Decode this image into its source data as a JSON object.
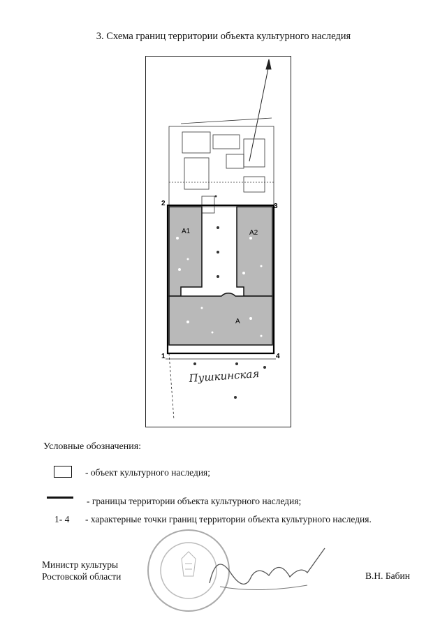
{
  "document": {
    "title": "3. Схема границ территории объекта культурного наследия"
  },
  "map": {
    "point_labels": [
      "1",
      "2",
      "3",
      "4"
    ],
    "zone_labels": [
      "А1",
      "А2",
      "А"
    ],
    "street_label": "Пушкинская",
    "fill_color": "#b9b9b9"
  },
  "legend": {
    "title": "Условные обозначения:",
    "items": [
      {
        "symbol": "box-icon",
        "text": "- объект культурного наследия;"
      },
      {
        "symbol": "line-icon",
        "text": "- границы территории объекта культурного наследия;"
      },
      {
        "symbol": "code",
        "code": "1- 4",
        "text": "- характерные точки границ территории объекта культурного наследия."
      }
    ]
  },
  "signature": {
    "position_line1": "Министр культуры",
    "position_line2": "Ростовской области",
    "name": "В.Н. Бабин"
  }
}
